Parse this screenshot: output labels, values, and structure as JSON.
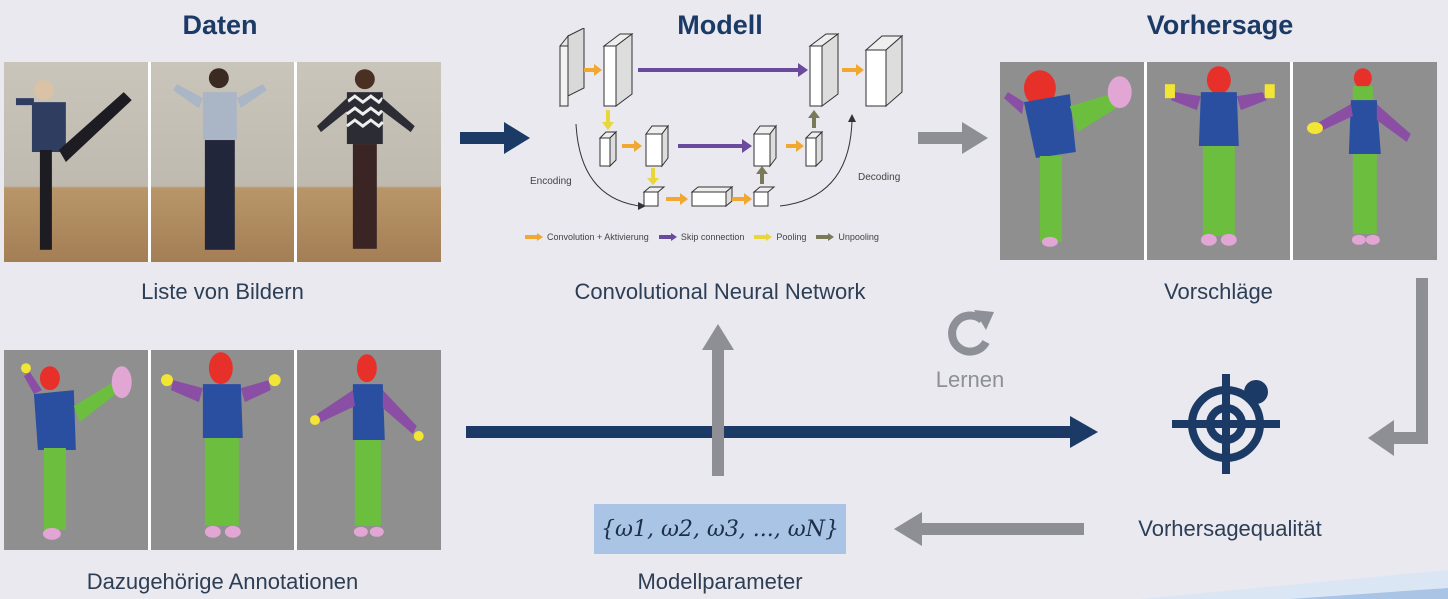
{
  "headers": {
    "data": "Daten",
    "model": "Modell",
    "prediction": "Vorhersage"
  },
  "captions": {
    "images": "Liste von Bildern",
    "cnn": "Convolutional Neural Network",
    "proposals": "Vorschläge",
    "annotations": "Dazugehörige Annotationen",
    "params": "Modellparameter",
    "quality": "Vorhersagequalität"
  },
  "learn_label": "Lernen",
  "params_formula": "{ω1, ω2, ω3, ..., ωN}",
  "cnn_diagram": {
    "encoding_label": "Encoding",
    "decoding_label": "Decoding",
    "legend": [
      {
        "label": "Convolution + Aktivierung",
        "color": "#f0a830"
      },
      {
        "label": "Skip connection",
        "color": "#6a4a9c"
      },
      {
        "label": "Pooling",
        "color": "#e8d63a"
      },
      {
        "label": "Unpooling",
        "color": "#7a7a5a"
      }
    ]
  },
  "colors": {
    "header": "#1b3a66",
    "dark_arrow": "#1b3a66",
    "gray_arrow": "#8d8f94",
    "seg_head": "#e8302a",
    "seg_torso": "#2b4fa0",
    "seg_legs": "#6cbf3e",
    "seg_arms": "#8a4fa5",
    "seg_hands": "#f2e534",
    "seg_pink": "#e1a6d3"
  }
}
